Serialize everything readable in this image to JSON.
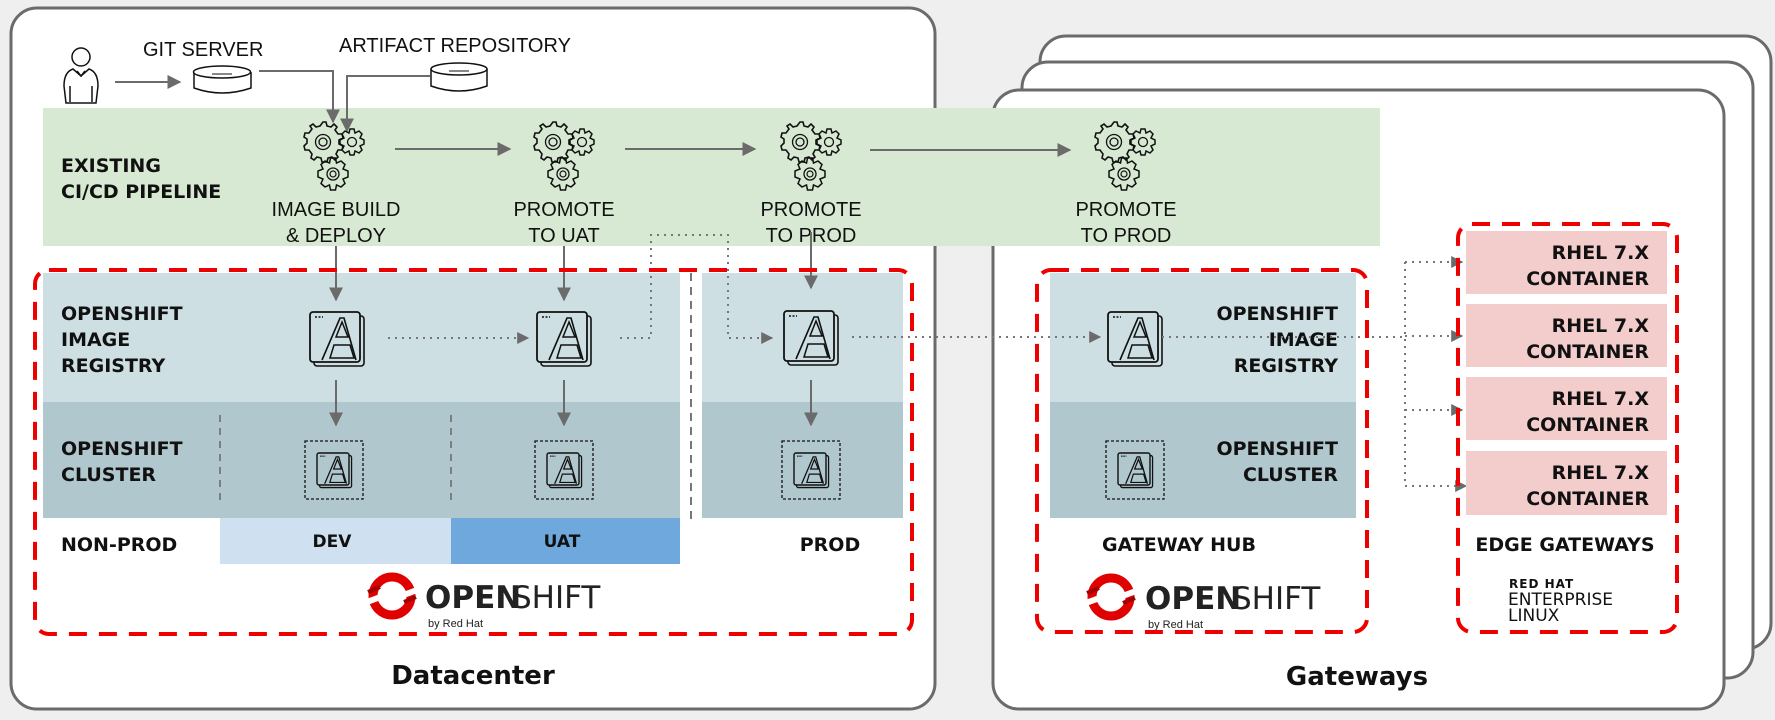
{
  "colors": {
    "panel_border": "#6b6b6b",
    "pipeline_bg": "#d8e9d3",
    "registry_bg": "#cddfe2",
    "cluster_bg": "#afc7cd",
    "dev_bg": "#cfe0f1",
    "uat_bg": "#6fa8dc",
    "container_bg": "#f3cccc",
    "dashed_red": "#ee0000",
    "arrow": "#6b6b6b",
    "openshift_red": "#e00000"
  },
  "top": {
    "git_server": "GIT SERVER",
    "artifact_repository": "ARTIFACT REPOSITORY"
  },
  "pipeline": {
    "label_line1": "EXISTING",
    "label_line2": "CI/CD PIPELINE",
    "steps": [
      {
        "line1": "IMAGE BUILD",
        "line2": "& DEPLOY"
      },
      {
        "line1": "PROMOTE",
        "line2": "TO UAT"
      },
      {
        "line1": "PROMOTE",
        "line2": "TO PROD"
      },
      {
        "line1": "PROMOTE",
        "line2": "TO PROD"
      }
    ]
  },
  "datacenter": {
    "title": "Datacenter",
    "registry_label": [
      "OPENSHIFT",
      "IMAGE",
      "REGISTRY"
    ],
    "cluster_label": [
      "OPENSHIFT",
      "CLUSTER"
    ],
    "nonprod": "NON-PROD",
    "dev": "DEV",
    "uat": "UAT",
    "prod": "PROD",
    "logo_bold": "OPEN",
    "logo_light": "SHIFT",
    "logo_sub": "by Red Hat"
  },
  "gateways": {
    "title": "Gateways",
    "registry_label": [
      "OPENSHIFT",
      "IMAGE",
      "REGISTRY"
    ],
    "cluster_label": [
      "OPENSHIFT",
      "CLUSTER"
    ],
    "hub_label": "GATEWAY HUB",
    "logo_bold": "OPEN",
    "logo_light": "SHIFT",
    "logo_sub": "by Red Hat",
    "edge_label": "EDGE GATEWAYS",
    "containers": [
      {
        "line1": "RHEL 7.X",
        "line2": "CONTAINER"
      },
      {
        "line1": "RHEL 7.X",
        "line2": "CONTAINER"
      },
      {
        "line1": "RHEL 7.X",
        "line2": "CONTAINER"
      },
      {
        "line1": "RHEL 7.X",
        "line2": "CONTAINER"
      }
    ],
    "rhel_logo": [
      "RED HAT",
      "ENTERPRISE",
      "LINUX"
    ]
  }
}
